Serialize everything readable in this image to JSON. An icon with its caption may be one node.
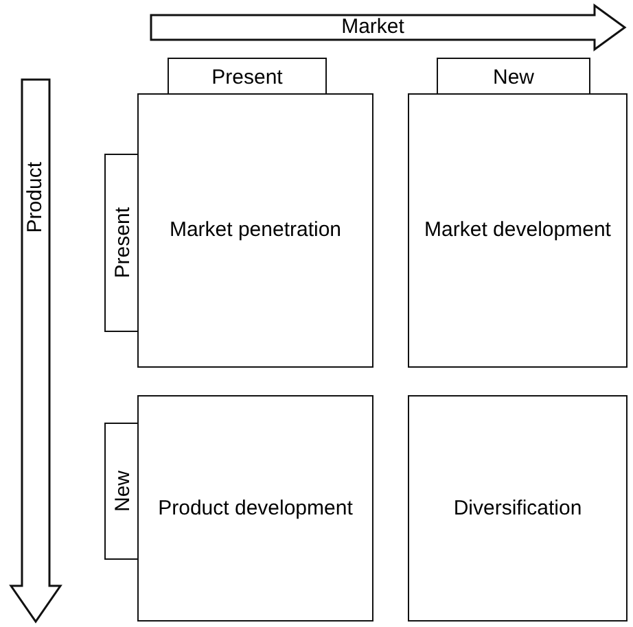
{
  "diagram": {
    "nodes": [
      {
        "text": [
          "Market"
        ]
      },
      {
        "text": [
          "Present"
        ]
      },
      {
        "text": [
          "New"
        ]
      },
      {
        "text": [
          "Product"
        ]
      },
      {
        "text": [
          "Present"
        ]
      },
      {
        "text": [
          "Market penetration"
        ]
      },
      {
        "text": [
          "Market development"
        ]
      },
      {
        "text": [
          "New"
        ]
      },
      {
        "text": [
          "Product development"
        ]
      },
      {
        "text": [
          "Diversification"
        ]
      }
    ]
  }
}
